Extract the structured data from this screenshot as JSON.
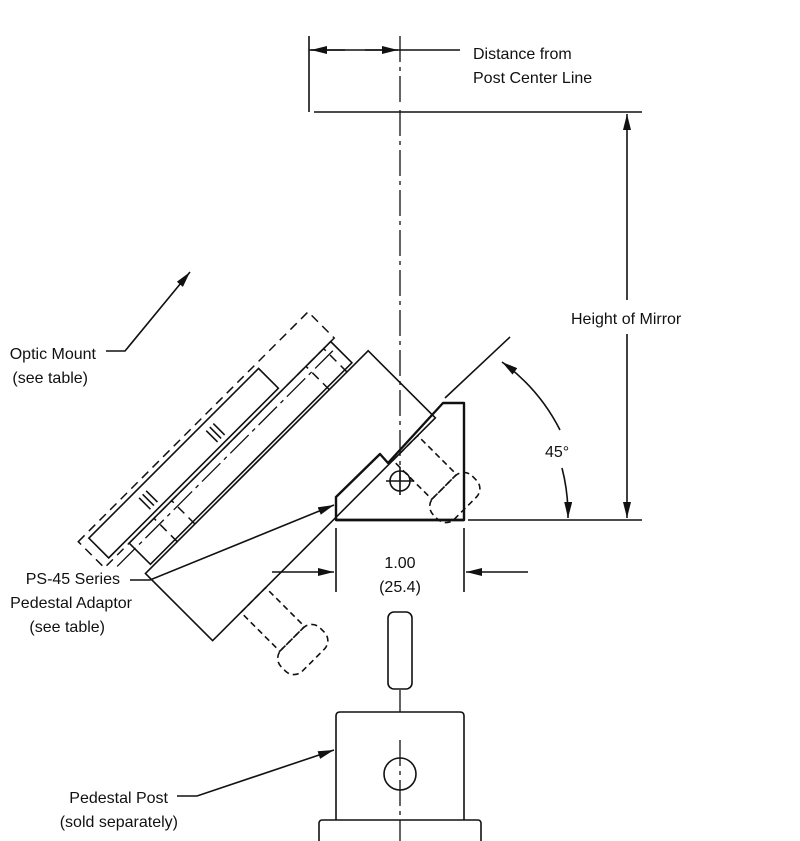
{
  "labels": {
    "distance_line1": "Distance from",
    "distance_line2": "Post Center Line",
    "height_of_mirror": "Height of Mirror",
    "angle": "45°",
    "optic_mount_line1": "Optic Mount",
    "optic_mount_line2": "(see table)",
    "width_in": "1.00",
    "width_mm": "(25.4)",
    "adaptor_line1": "PS-45 Series",
    "adaptor_line2": "Pedestal Adaptor",
    "adaptor_line3": "(see table)",
    "post_line1": "Pedestal Post",
    "post_line2": "(sold separately)"
  }
}
